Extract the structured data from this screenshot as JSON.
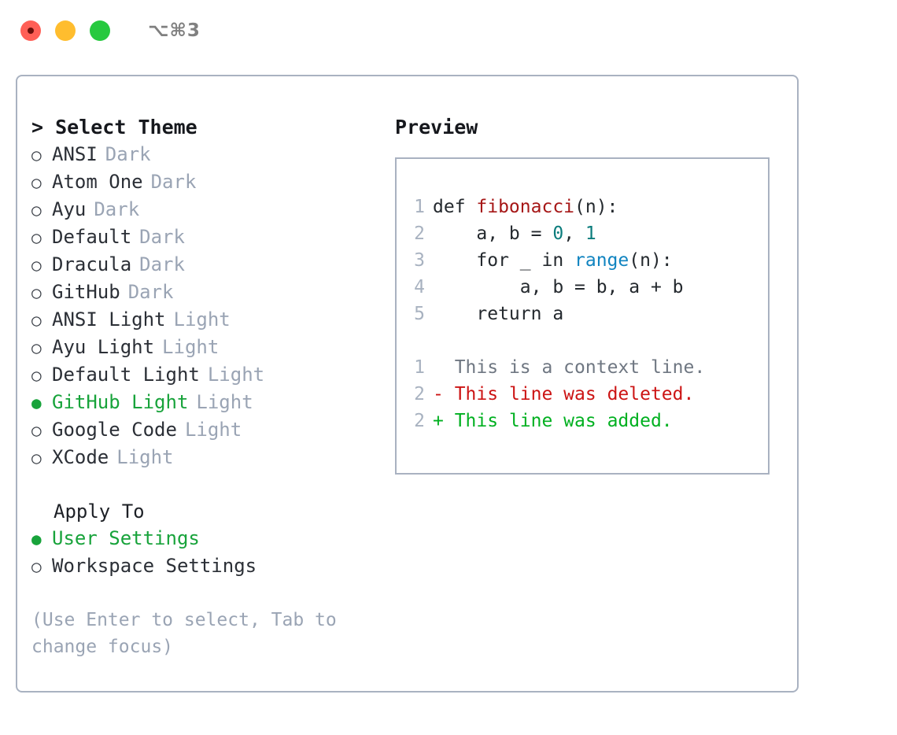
{
  "titlebar": {
    "shortcut": "⌥⌘3",
    "buttons": [
      {
        "name": "close",
        "color": "#ff5f56"
      },
      {
        "name": "minimize",
        "color": "#ffbd2e"
      },
      {
        "name": "zoom",
        "color": "#27c93f"
      }
    ]
  },
  "left": {
    "heading": "> Select Theme",
    "bullet_unselected": "○",
    "bullet_selected": "●",
    "themes": [
      {
        "name": "ANSI",
        "kind": "Dark",
        "selected": false
      },
      {
        "name": "Atom One",
        "kind": "Dark",
        "selected": false
      },
      {
        "name": "Ayu",
        "kind": "Dark",
        "selected": false
      },
      {
        "name": "Default",
        "kind": "Dark",
        "selected": false
      },
      {
        "name": "Dracula",
        "kind": "Dark",
        "selected": false
      },
      {
        "name": "GitHub",
        "kind": "Dark",
        "selected": false
      },
      {
        "name": "ANSI Light",
        "kind": "Light",
        "selected": false
      },
      {
        "name": "Ayu Light",
        "kind": "Light",
        "selected": false
      },
      {
        "name": "Default Light",
        "kind": "Light",
        "selected": false
      },
      {
        "name": "GitHub Light",
        "kind": "Light",
        "selected": true
      },
      {
        "name": "Google Code",
        "kind": "Light",
        "selected": false
      },
      {
        "name": "XCode",
        "kind": "Light",
        "selected": false
      }
    ],
    "apply_to": {
      "title": "Apply To",
      "options": [
        {
          "label": "User Settings",
          "selected": true
        },
        {
          "label": "Workspace Settings",
          "selected": false
        }
      ]
    },
    "hint": "(Use Enter to select, Tab to change focus)"
  },
  "right": {
    "heading": "Preview",
    "code": {
      "lines": [
        {
          "no": "1",
          "parts": [
            {
              "t": "def ",
              "c": "plain"
            },
            {
              "t": "fibonacci",
              "c": "fn"
            },
            {
              "t": "(n):",
              "c": "plain"
            }
          ]
        },
        {
          "no": "2",
          "parts": [
            {
              "t": "    a, b = ",
              "c": "plain"
            },
            {
              "t": "0",
              "c": "num"
            },
            {
              "t": ", ",
              "c": "plain"
            },
            {
              "t": "1",
              "c": "num"
            }
          ]
        },
        {
          "no": "3",
          "parts": [
            {
              "t": "    for _ in ",
              "c": "plain"
            },
            {
              "t": "range",
              "c": "call"
            },
            {
              "t": "(n):",
              "c": "plain"
            }
          ]
        },
        {
          "no": "4",
          "parts": [
            {
              "t": "        a, b = b, a + b",
              "c": "plain"
            }
          ]
        },
        {
          "no": "5",
          "parts": [
            {
              "t": "    return a",
              "c": "plain"
            }
          ]
        }
      ]
    },
    "diff": {
      "lines": [
        {
          "no": "1",
          "marker": "  ",
          "text": "This is a context line.",
          "kind": "ctx"
        },
        {
          "no": "2",
          "marker": "- ",
          "text": "This line was deleted.",
          "kind": "del"
        },
        {
          "no": "2",
          "marker": "+ ",
          "text": "This line was added.",
          "kind": "add"
        }
      ]
    }
  },
  "colors": {
    "accent_green": "#18a33b",
    "border": "#a9b2c1",
    "muted": "#9aa4b4",
    "lineno": "#a8b2c0",
    "token_function": "#a61717",
    "token_number": "#0b7c7c",
    "token_call": "#1184c0",
    "diff_delete": "#cc1414",
    "diff_add": "#00b020",
    "diff_context": "#6f7782"
  }
}
